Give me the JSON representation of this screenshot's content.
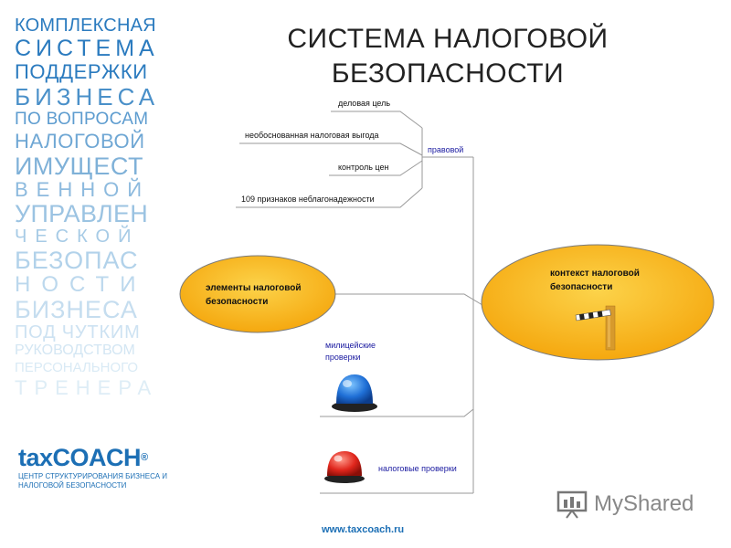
{
  "sidebar": {
    "lines": [
      {
        "text": "КОМПЛЕКСНАЯ",
        "color": "#2b7bbf"
      },
      {
        "text": "СИСТЕМА",
        "color": "#2b7bbf"
      },
      {
        "text": "ПОДДЕРЖКИ",
        "color": "#2b7bbf"
      },
      {
        "text": "БИЗНЕСА",
        "color": "#4a90c9"
      },
      {
        "text": "ПО ВОПРОСАМ",
        "color": "#5d9ccf"
      },
      {
        "text": "НАЛОГОВОЙ",
        "color": "#6fa7d4"
      },
      {
        "text": "ИМУЩЕСТ",
        "color": "#7fb1d8"
      },
      {
        "text": "ВЕННОЙ",
        "color": "#8dbade"
      },
      {
        "text": "УПРАВЛЕН",
        "color": "#9bc3e2"
      },
      {
        "text": "ЧЕСКОЙ",
        "color": "#a7cbe6"
      },
      {
        "text": "БЕЗОПАС",
        "color": "#b2d2ea"
      },
      {
        "text": "НОСТИ",
        "color": "#bcd8ed"
      },
      {
        "text": "БИЗНЕСА",
        "color": "#c5ddef"
      },
      {
        "text": "ПОД ЧУТКИМ",
        "color": "#cde2f2"
      },
      {
        "text": "РУКОВОДСТВОМ",
        "color": "#d3e6f3"
      },
      {
        "text": "ПЕРСОНАЛЬНОГО",
        "color": "#d9eaf5"
      },
      {
        "text": "ТРЕНЕРА",
        "color": "#deedf6"
      }
    ]
  },
  "title": {
    "line1": "СИСТЕМА НАЛОГОВОЙ",
    "line2": "БЕЗОПАСНОСТИ"
  },
  "diagram": {
    "branches": [
      "деловая цель",
      "необоснованная налоговая выгода",
      "контроль цен",
      "109 признаков неблагонадежности"
    ],
    "legal_label": "правовой",
    "left_node": "элементы налоговой безопасности",
    "right_node": "контекст налоговой безопасности",
    "police_label": "милицейские проверки",
    "tax_label": "налоговые проверки",
    "colors": {
      "node_fill": "#f6b21a",
      "node_stroke": "#7a7a7a",
      "blue_text": "#1a1aa0",
      "line": "#9a9a9a"
    }
  },
  "logo": {
    "tax": "tax",
    "coach": "COACH",
    "reg": "®",
    "sub_line1": "ЦЕНТР СТРУКТУРИРОВАНИЯ БИЗНЕСА И",
    "sub_line2": "НАЛОГОВОЙ БЕЗОПАСНОСТИ"
  },
  "website": "www.taxcoach.ru",
  "watermark": {
    "text": "MyShared",
    "icon": "presentation-icon"
  }
}
